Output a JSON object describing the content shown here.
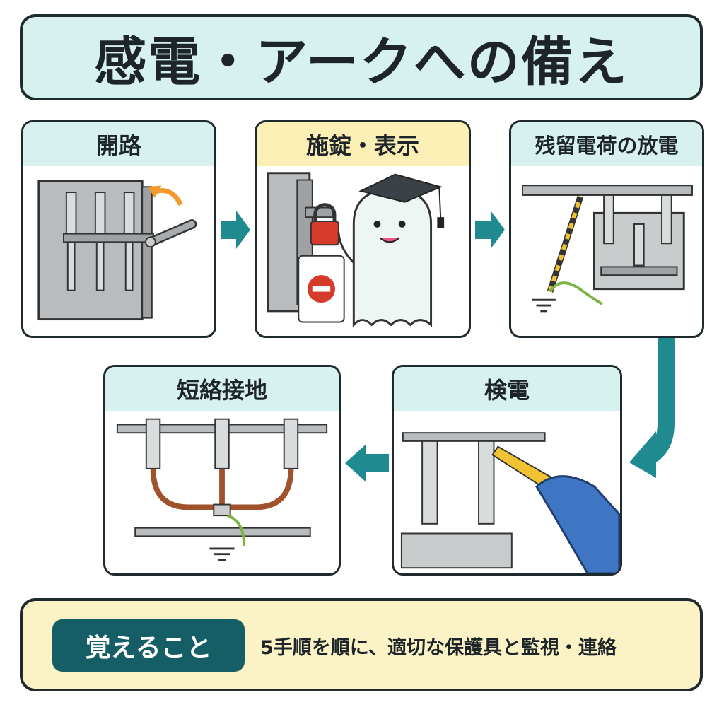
{
  "title": "感電・アークへの備え",
  "steps": [
    {
      "label": "開路"
    },
    {
      "label": "施錠・表示"
    },
    {
      "label": "残留電荷の放電"
    },
    {
      "label": "短絡接地"
    },
    {
      "label": "検電"
    }
  ],
  "footer": {
    "badge": "覚えること",
    "message": "5手順を順に、適切な保護具と監視・連絡"
  },
  "colors": {
    "accent_teal": "#1f8a8f",
    "header_mint": "#d6f1ee",
    "header_yellow": "#fbefb6",
    "badge_teal": "#155e66",
    "lock_red": "#d63a2a",
    "arrow_orange": "#f39a2c"
  }
}
